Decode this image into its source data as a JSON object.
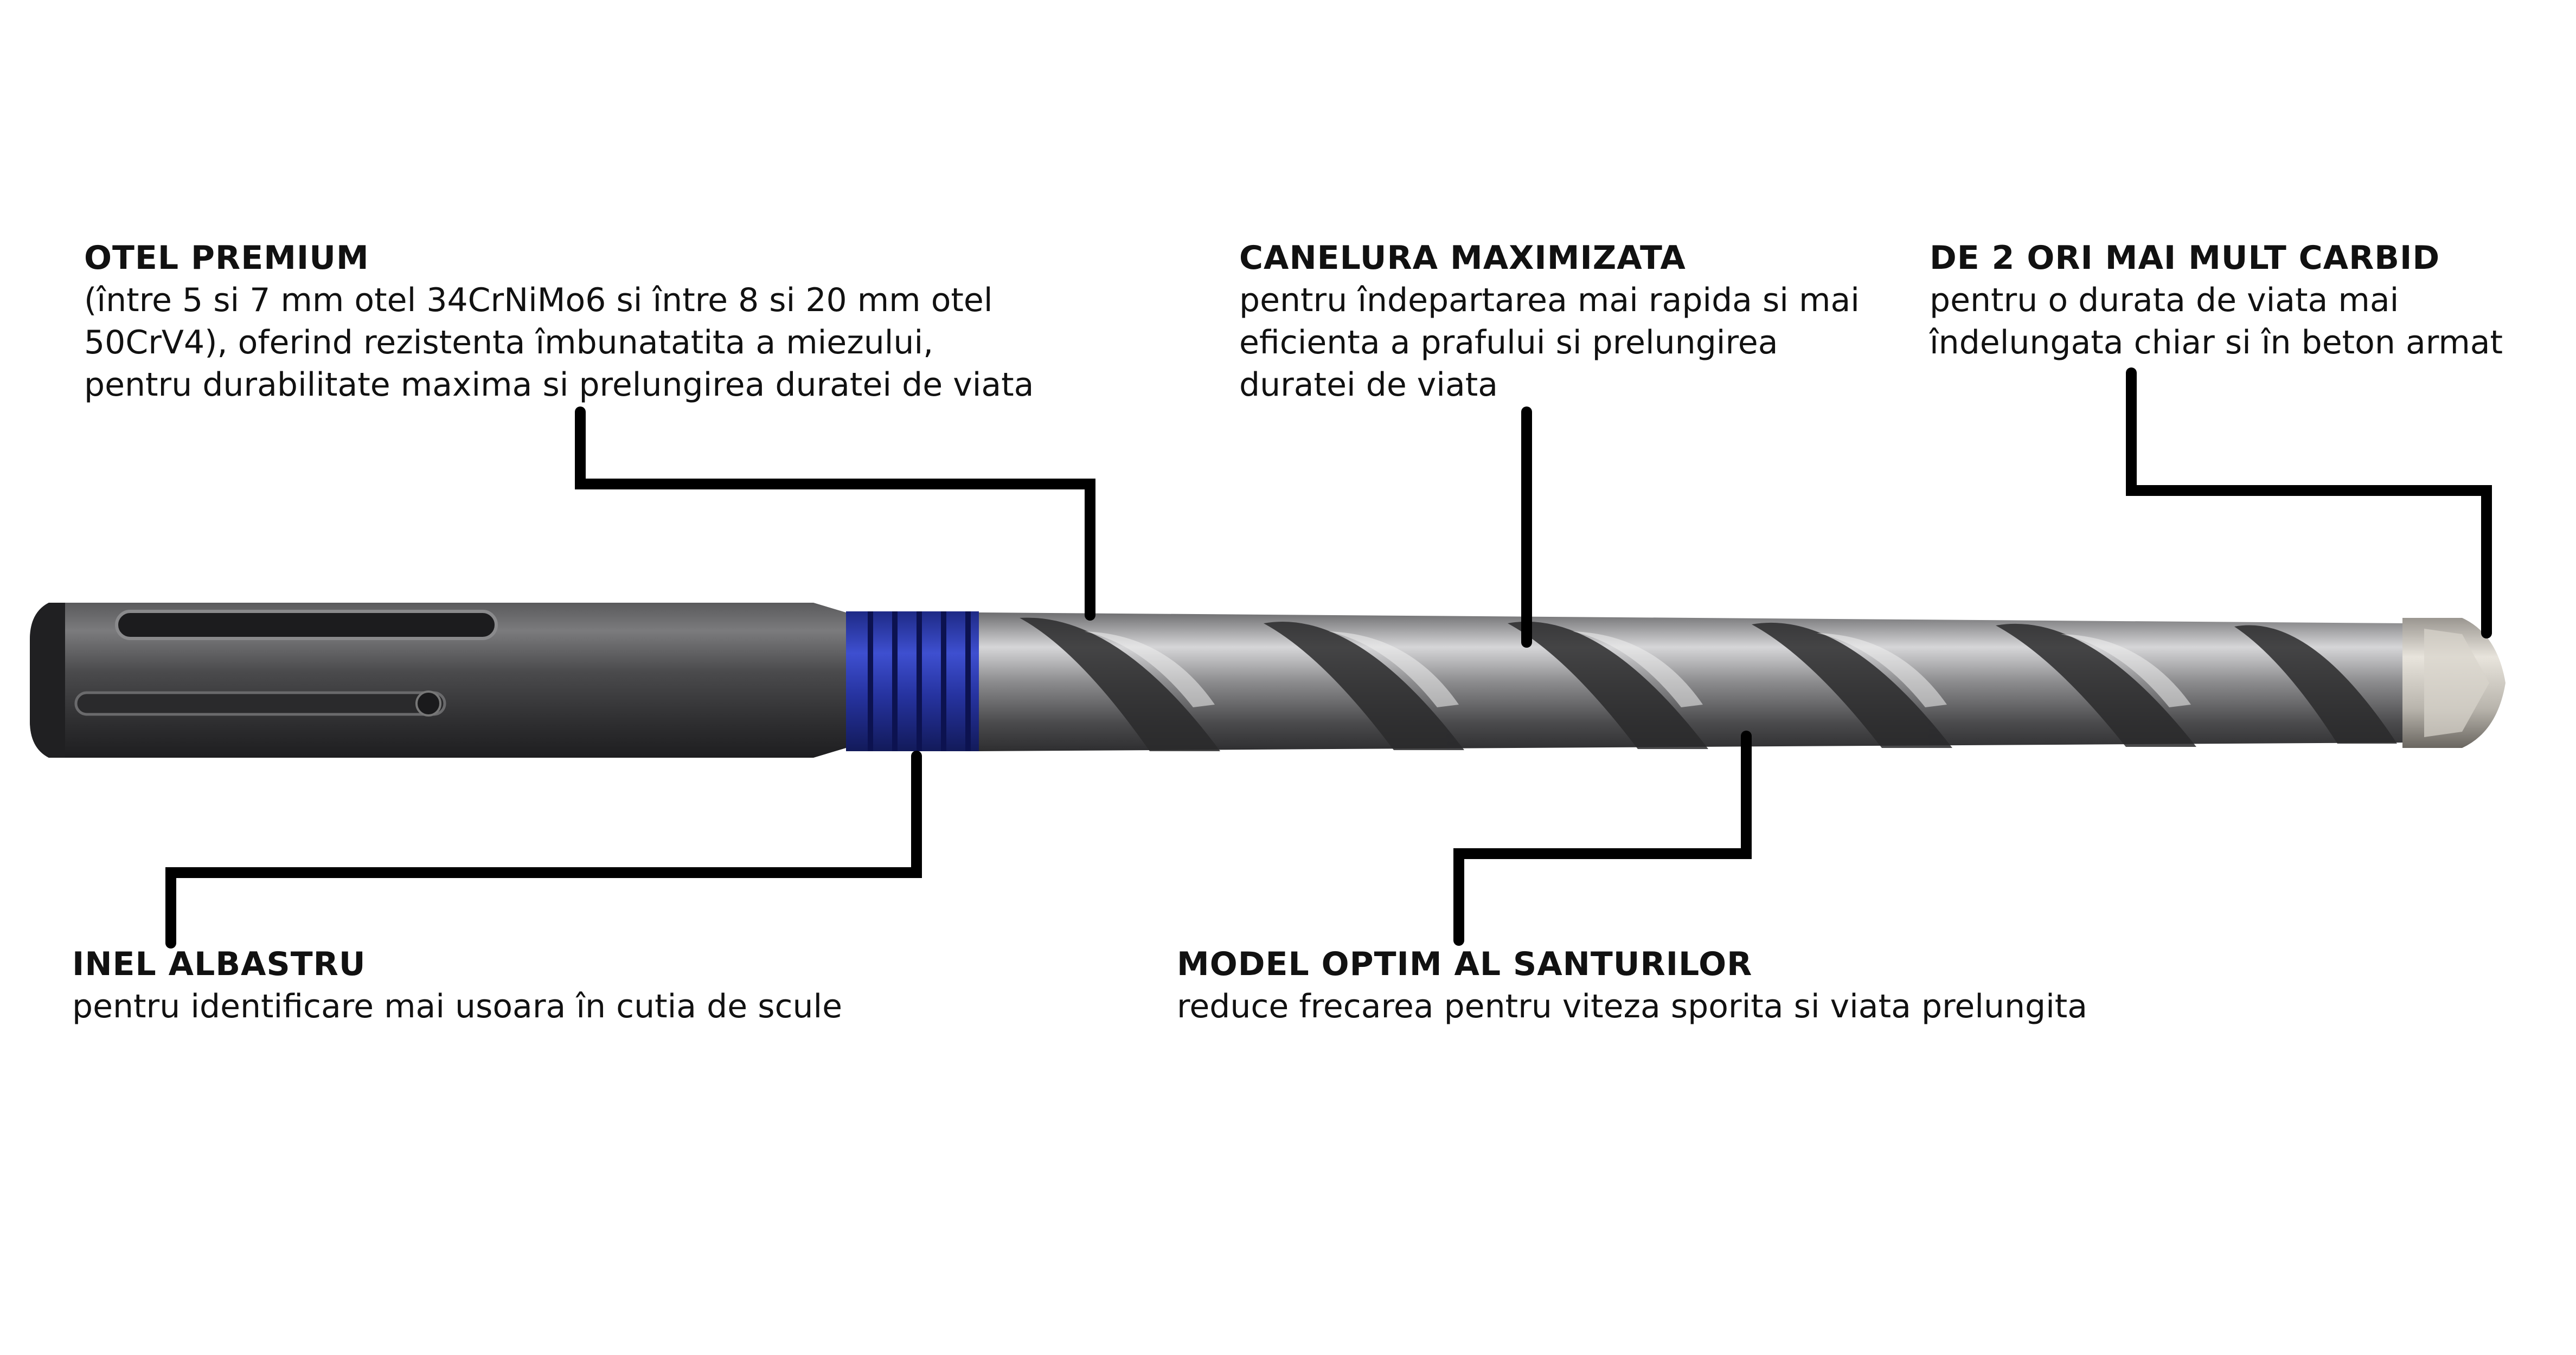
{
  "callouts": {
    "otel_premium": {
      "title": "OTEL PREMIUM",
      "text": "(între 5 si 7 mm otel 34CrNiMo6 si între 8 si 20 mm otel\n50CrV4), oferind rezistenta îmbunatatita a miezului,\npentru durabilitate maxima si prelungirea duratei de viata"
    },
    "canelura": {
      "title": "CANELURA MAXIMIZATA",
      "text": "pentru îndepartarea mai rapida si mai\neficienta a prafului si prelungirea\nduratei de viata"
    },
    "carbid": {
      "title": "DE 2 ORI MAI MULT CARBID",
      "text": "pentru o durata de viata mai\nîndelungata chiar si în beton armat"
    },
    "inel": {
      "title": "INEL ALBASTRU",
      "text": "pentru identificare mai usoara în cutia de scule"
    },
    "model": {
      "title": "MODEL OPTIM AL SANTURILOR",
      "text": "reduce frecarea pentru viteza sporita si viata prelungita"
    }
  },
  "colors": {
    "ring": "#2f3fb0",
    "steel_dark": "#3a3a3c",
    "steel_light": "#c9c9cb",
    "leader": "#000000"
  }
}
